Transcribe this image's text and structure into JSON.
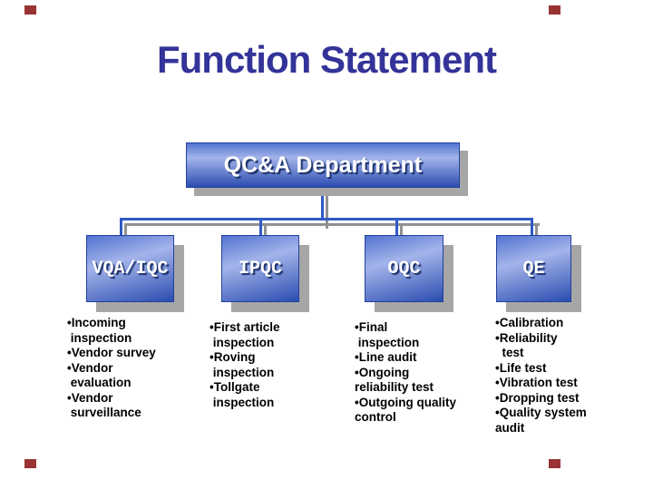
{
  "title": "Function Statement",
  "org": {
    "root": {
      "label": "QC&A Department"
    },
    "children": [
      {
        "label": "VQA/IQC",
        "functions": [
          "•Incoming",
          " inspection",
          "•Vendor survey",
          "•Vendor",
          " evaluation",
          "•Vendor",
          " surveillance"
        ]
      },
      {
        "label": "IPQC",
        "functions": [
          "•First article",
          " inspection",
          "•Roving",
          " inspection",
          "•Tollgate",
          " inspection"
        ]
      },
      {
        "label": "OQC",
        "functions": [
          "•Final",
          " inspection",
          "•Line audit",
          "•Ongoing",
          "reliability test",
          "•Outgoing quality",
          "control"
        ]
      },
      {
        "label": "QE",
        "functions": [
          "•Calibration",
          "•Reliability",
          "  test",
          "•Life test",
          "•Vibration test",
          "•Dropping test",
          "•Quality system",
          "audit"
        ]
      }
    ]
  },
  "colors": {
    "title_blue": "#333399",
    "box_blue_top": "#5273d0",
    "box_blue_light": "#a4b4ea",
    "box_blue_dark": "#2b4db0",
    "box_border": "#22419e",
    "shadow_gray": "#a6a6a6",
    "connector_blue": "#2f5ac6",
    "connector_gray": "#919191",
    "marker_red": "#993333",
    "text_black": "#000000"
  }
}
